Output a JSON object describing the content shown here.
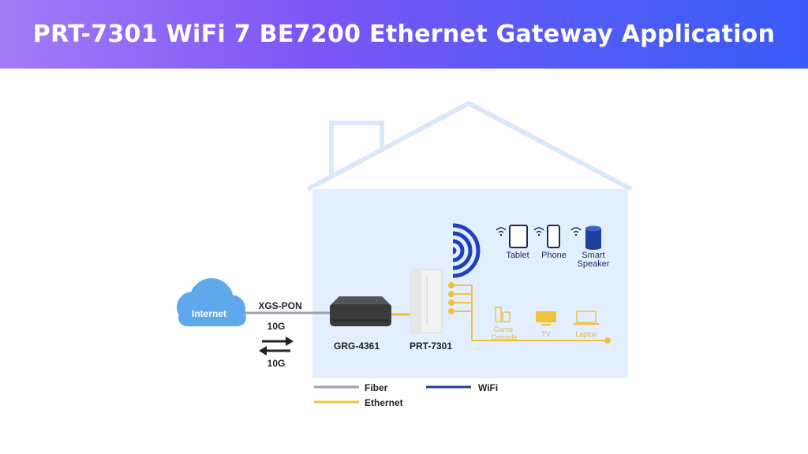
{
  "title": "PRT-7301 WiFi 7 BE7200 Ethernet Gateway Application",
  "internet": {
    "label": "Internet"
  },
  "link": {
    "technology": "XGS-PON",
    "upstream": "10G",
    "downstream": "10G"
  },
  "devices": {
    "onu": "GRG-4361",
    "gateway": "PRT-7301"
  },
  "wifi_clients": [
    "Tablet",
    "Phone",
    "Smart Speaker"
  ],
  "ethernet_clients": [
    "Game Console",
    "TV",
    "Laptop"
  ],
  "legend": {
    "fiber": "Fiber",
    "wifi": "WiFi",
    "ethernet": "Ethernet"
  },
  "colors": {
    "fiber": "#9aa3ad",
    "wifi": "#1f3f9e",
    "ethernet": "#f0c23c",
    "house": "#e3efff",
    "cloud": "#5fa8ec"
  }
}
